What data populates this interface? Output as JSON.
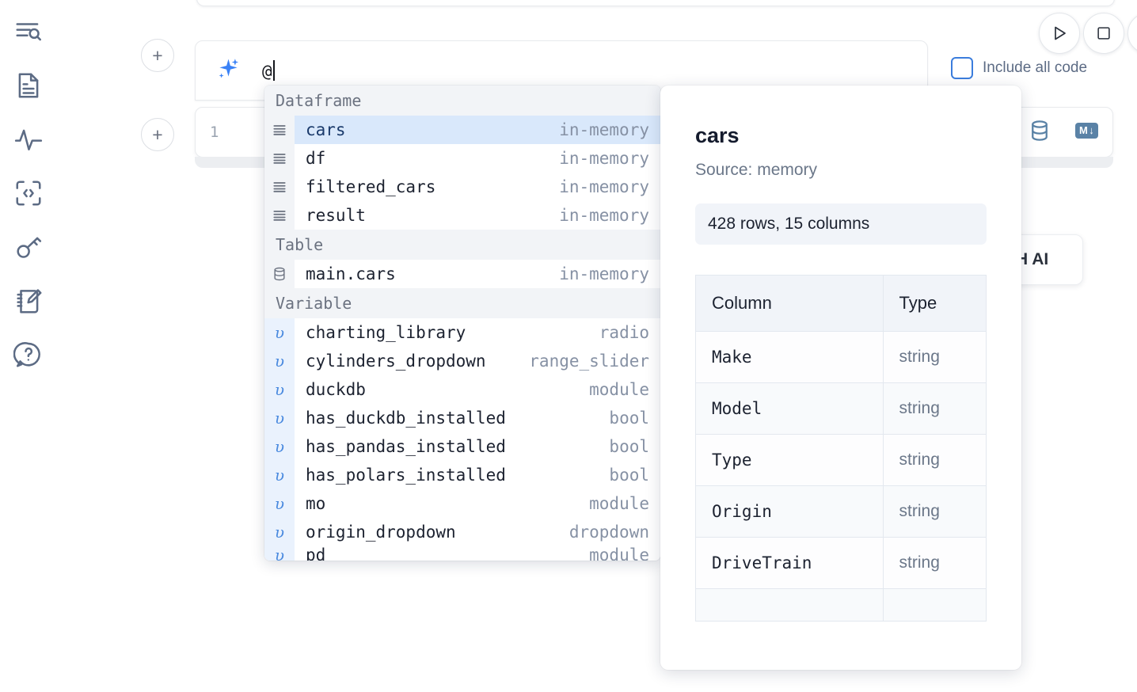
{
  "rail": {
    "items": [
      {
        "name": "file-explorer-search-icon",
        "label": "Explore files"
      },
      {
        "name": "document-icon",
        "label": "Notebook"
      },
      {
        "name": "activity-pulse-icon",
        "label": "Runtime"
      },
      {
        "name": "code-brackets-icon",
        "label": "Snippets"
      },
      {
        "name": "key-icon",
        "label": "Secrets"
      },
      {
        "name": "scratchpad-pencil-icon",
        "label": "Scratchpad"
      },
      {
        "name": "help-question-icon",
        "label": "Help"
      }
    ]
  },
  "toolbar": {
    "run_label": "Run",
    "stop_label": "Stop",
    "more_label": "More",
    "include_all_code": "Include all code",
    "include_all_code_checked": false
  },
  "ai_prompt": {
    "value": "@",
    "icon": "sparkle-icon"
  },
  "code_cell": {
    "line_number": "1",
    "code": "",
    "database_icon": "database-icon",
    "markdown_badge": "M",
    "markdown_badge_arrow": "↓"
  },
  "ai_chip": {
    "label": "H AI"
  },
  "autocomplete": {
    "groups": [
      {
        "label": "Dataframe",
        "items": [
          {
            "icon": "dataframe-icon",
            "name": "cars",
            "meta": "in-memory",
            "selected": true
          },
          {
            "icon": "dataframe-icon",
            "name": "df",
            "meta": "in-memory",
            "selected": false
          },
          {
            "icon": "dataframe-icon",
            "name": "filtered_cars",
            "meta": "in-memory",
            "selected": false
          },
          {
            "icon": "dataframe-icon",
            "name": "result",
            "meta": "in-memory",
            "selected": false
          }
        ]
      },
      {
        "label": "Table",
        "items": [
          {
            "icon": "table-db-icon",
            "name": "main.cars",
            "meta": "in-memory",
            "selected": false
          }
        ]
      },
      {
        "label": "Variable",
        "items": [
          {
            "icon": "variable-icon",
            "name": "charting_library",
            "meta": "radio",
            "selected": false
          },
          {
            "icon": "variable-icon",
            "name": "cylinders_dropdown",
            "meta": "range_slider",
            "selected": false
          },
          {
            "icon": "variable-icon",
            "name": "duckdb",
            "meta": "module",
            "selected": false
          },
          {
            "icon": "variable-icon",
            "name": "has_duckdb_installed",
            "meta": "bool",
            "selected": false
          },
          {
            "icon": "variable-icon",
            "name": "has_pandas_installed",
            "meta": "bool",
            "selected": false
          },
          {
            "icon": "variable-icon",
            "name": "has_polars_installed",
            "meta": "bool",
            "selected": false
          },
          {
            "icon": "variable-icon",
            "name": "mo",
            "meta": "module",
            "selected": false
          },
          {
            "icon": "variable-icon",
            "name": "origin_dropdown",
            "meta": "dropdown",
            "selected": false
          },
          {
            "icon": "variable-icon",
            "name": "pd",
            "meta": "module",
            "selected": false
          }
        ]
      }
    ]
  },
  "doc_panel": {
    "title": "cars",
    "source": "Source: memory",
    "shape": "428 rows, 15 columns",
    "columns_header": "Column",
    "type_header": "Type",
    "rows": [
      {
        "column": "Make",
        "type": "string"
      },
      {
        "column": "Model",
        "type": "string"
      },
      {
        "column": "Type",
        "type": "string"
      },
      {
        "column": "Origin",
        "type": "string"
      },
      {
        "column": "DriveTrain",
        "type": "string"
      },
      {
        "column": "",
        "type": ""
      }
    ]
  },
  "colors": {
    "accent_blue": "#3b7ddd",
    "selection_blue": "#d9e8fb",
    "icon_slate": "#5c6b84",
    "tool_blue": "#5a82a6",
    "muted_text": "#8691a4"
  }
}
